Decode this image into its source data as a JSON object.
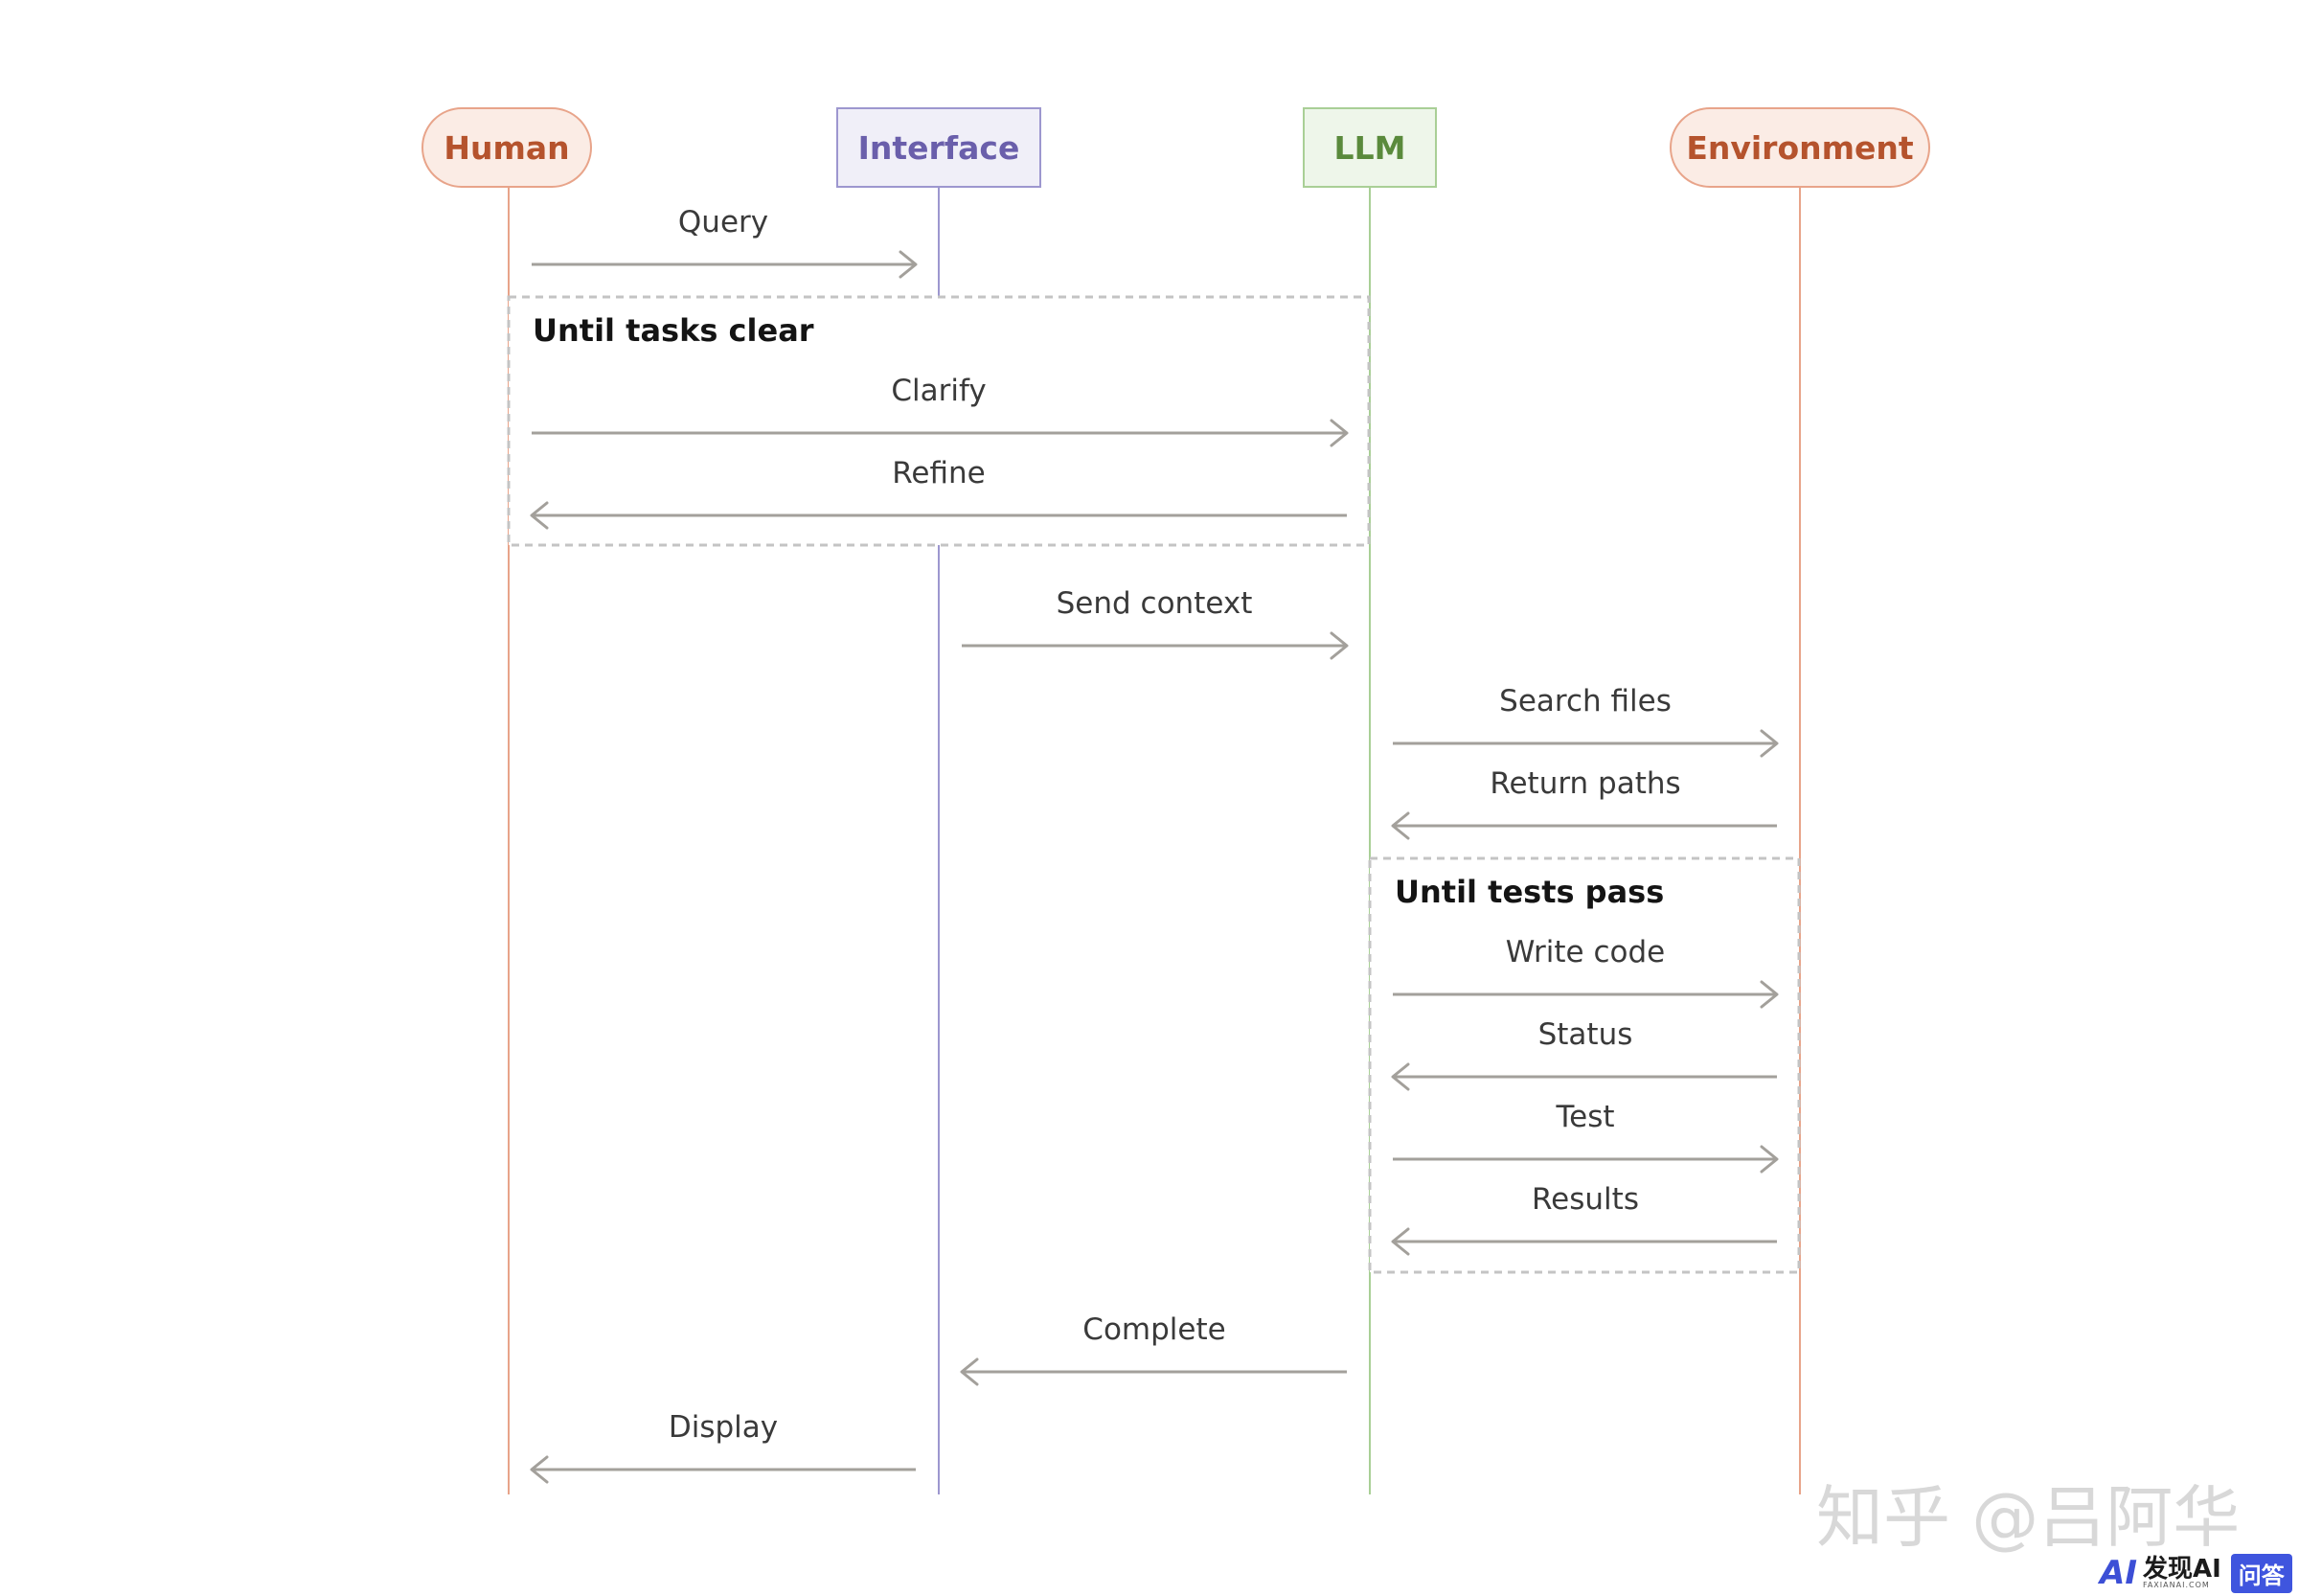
{
  "actors": {
    "human": "Human",
    "interface": "Interface",
    "llm": "LLM",
    "environment": "Environment"
  },
  "loops": {
    "tasks": "Until tasks clear",
    "tests": "Until tests pass"
  },
  "messages": [
    {
      "label": "Query",
      "from": "human",
      "to": "interface"
    },
    {
      "label": "Clarify",
      "from": "human",
      "to": "llm"
    },
    {
      "label": "Refine",
      "from": "llm",
      "to": "human"
    },
    {
      "label": "Send context",
      "from": "interface",
      "to": "llm"
    },
    {
      "label": "Search files",
      "from": "llm",
      "to": "environment"
    },
    {
      "label": "Return paths",
      "from": "environment",
      "to": "llm"
    },
    {
      "label": "Write code",
      "from": "llm",
      "to": "environment"
    },
    {
      "label": "Status",
      "from": "environment",
      "to": "llm"
    },
    {
      "label": "Test",
      "from": "llm",
      "to": "environment"
    },
    {
      "label": "Results",
      "from": "environment",
      "to": "llm"
    },
    {
      "label": "Complete",
      "from": "llm",
      "to": "interface"
    },
    {
      "label": "Display",
      "from": "interface",
      "to": "human"
    }
  ],
  "colors": {
    "human": "#e8a48a",
    "interface": "#9d97cf",
    "llm": "#a9cf96",
    "environment": "#e8a48a",
    "arrow": "#a3a09b",
    "loop_border": "#c4c4c4"
  },
  "watermark": "知乎 @吕阿华",
  "badge": {
    "logo": "AI",
    "name": "发现AI",
    "domain": "FAXIANAI.COM",
    "tag": "问答"
  }
}
